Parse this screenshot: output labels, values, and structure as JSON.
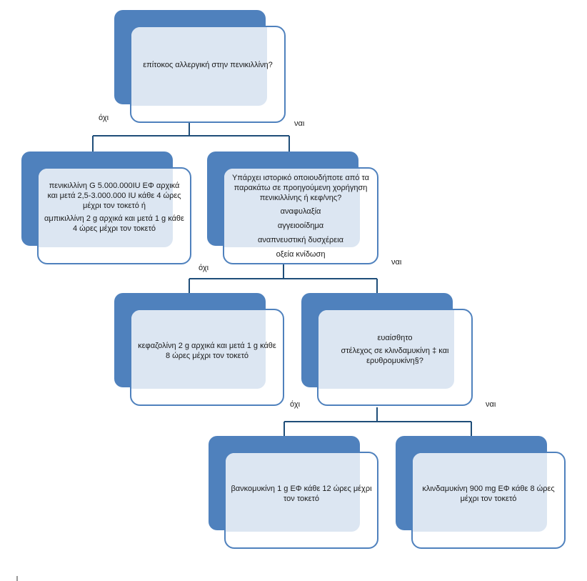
{
  "nodes": {
    "root": {
      "lines": [
        "επίτοκος αλλεργική στην πενικιλλίνη?"
      ]
    },
    "penicillin": {
      "lines": [
        "πενικιλλίνη G 5.000.000IU ΕΦ αρχικά και μετά 2,5-3.000.000 IU κάθε 4 ώρες μέχρι τον τοκετό ή",
        "αμπικιλλίνη 2 g αρχικά και μετά 1 g κάθε 4 ώρες μέχρι τον τοκετό"
      ]
    },
    "history": {
      "lines": [
        "Υπάρχει ιστορικό οποιουδήποτε από τα παρακάτω σε προηγούμενη χορήγηση πενικιλλίνης ή κεφ/νης?",
        "αναφυλαξία",
        "αγγειοοίδημα",
        "αναπνευστική δυσχέρεια",
        "οξεία κνίδωση"
      ]
    },
    "cefazolin": {
      "lines": [
        "κεφαζολίνη 2 g αρχικά και μετά 1 g κάθε 8 ώρες μέχρι τον τοκετό"
      ]
    },
    "sensitive": {
      "lines": [
        "ευαίσθητο",
        "στέλεχος σε κλινδαμυκίνη ‡ και ερυθρομυκίνη§?"
      ]
    },
    "vancomycin": {
      "lines": [
        "βανκομυκίνη 1 g ΕΦ κάθε 12 ώρες μέχρι τον τοκετό"
      ]
    },
    "clindamycin": {
      "lines": [
        "κλινδαμυκίνη 900 mg ΕΦ κάθε 8 ώρες μέχρι τον τοκετό"
      ]
    }
  },
  "labels": {
    "no1": "όχι",
    "yes1": "ναι",
    "no2": "όχι",
    "yes2": "ναι",
    "no3": "όχι",
    "yes3": "ναι"
  },
  "colors": {
    "accent": "#4f81bd",
    "fill": "#dce6f2",
    "line": "#1f4e79"
  }
}
